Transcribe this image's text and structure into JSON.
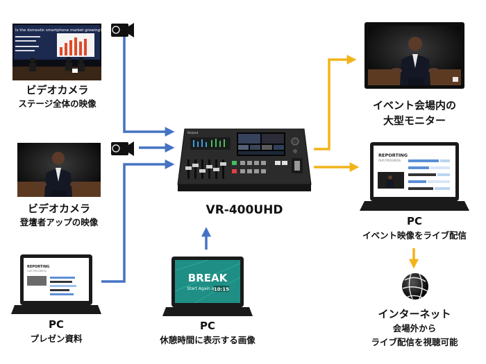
{
  "colors": {
    "left_arrows": "#4472c4",
    "right_arrows": "#f2b31a",
    "device_body": "#2a2a2a",
    "laptop_bezel": "#1a1a1a",
    "screen_pc": "#ffffff",
    "screen_break": "#1f8f85"
  },
  "sources": {
    "camera1": {
      "title": "ビデオカメラ",
      "subtitle": "ステージ全体の映像",
      "icon": "video-camera-icon"
    },
    "camera2": {
      "title": "ビデオカメラ",
      "subtitle": "登壇者アップの映像",
      "icon": "video-camera-icon"
    },
    "pc_presentation": {
      "title": "PC",
      "subtitle": "プレゼン資料"
    },
    "pc_break": {
      "title": "PC",
      "subtitle": "休憩時間に表示する画像"
    }
  },
  "device": {
    "name": "VR-400UHD",
    "brand": "Roland"
  },
  "outputs": {
    "monitor": {
      "line1": "イベント会場内の",
      "line2": "大型モニター"
    },
    "pc_stream": {
      "title": "PC",
      "subtitle": "イベント映像をライブ配信"
    },
    "internet": {
      "title": "インターネット",
      "line2": "会場外から",
      "line3": "ライブ配信を視聴可能",
      "icon": "globe-icon"
    }
  },
  "screens": {
    "stage_slide_title": "Is the domestic smartphone market growing?",
    "reporting_title": "REPORTING",
    "reporting_sub": "OUR PROGRESS",
    "break_title": "BREAK",
    "break_sub": "Start Again at",
    "break_time": "10:15"
  }
}
